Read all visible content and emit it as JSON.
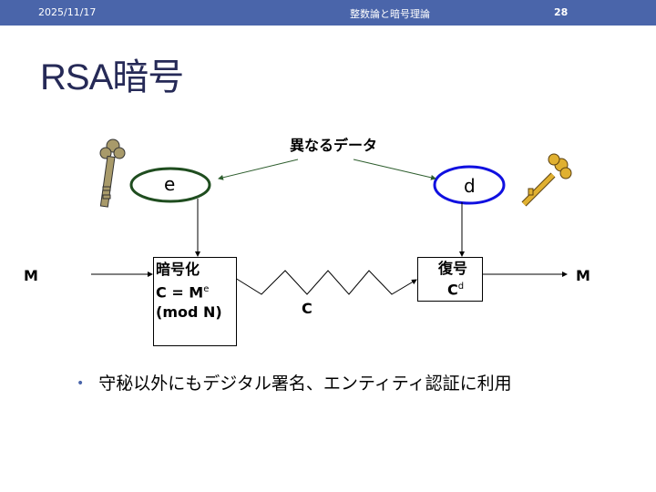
{
  "header": {
    "date": "2025/11/17",
    "course": "整数論と暗号理論",
    "page": "28"
  },
  "title": "RSA暗号",
  "diagram": {
    "label_top": "異なるデータ",
    "key_e": "e",
    "key_d": "d",
    "input": "M",
    "output": "M",
    "ciphertext": "C",
    "encrypt": {
      "line1": "暗号化",
      "line2": "C = M",
      "line2_sup": "e",
      "line3": "(mod N)"
    },
    "decrypt": {
      "line1": "復号",
      "line2": "C",
      "line2_sup": "d"
    }
  },
  "bullet": "守秘以外にもデジタル署名、エンティティ認証に利用",
  "colors": {
    "header": "#4a65aa",
    "title": "#262a57",
    "ellipse_e": "#1f4d1f",
    "ellipse_d": "#1010e0",
    "arrow_green": "#2e5e2e"
  }
}
